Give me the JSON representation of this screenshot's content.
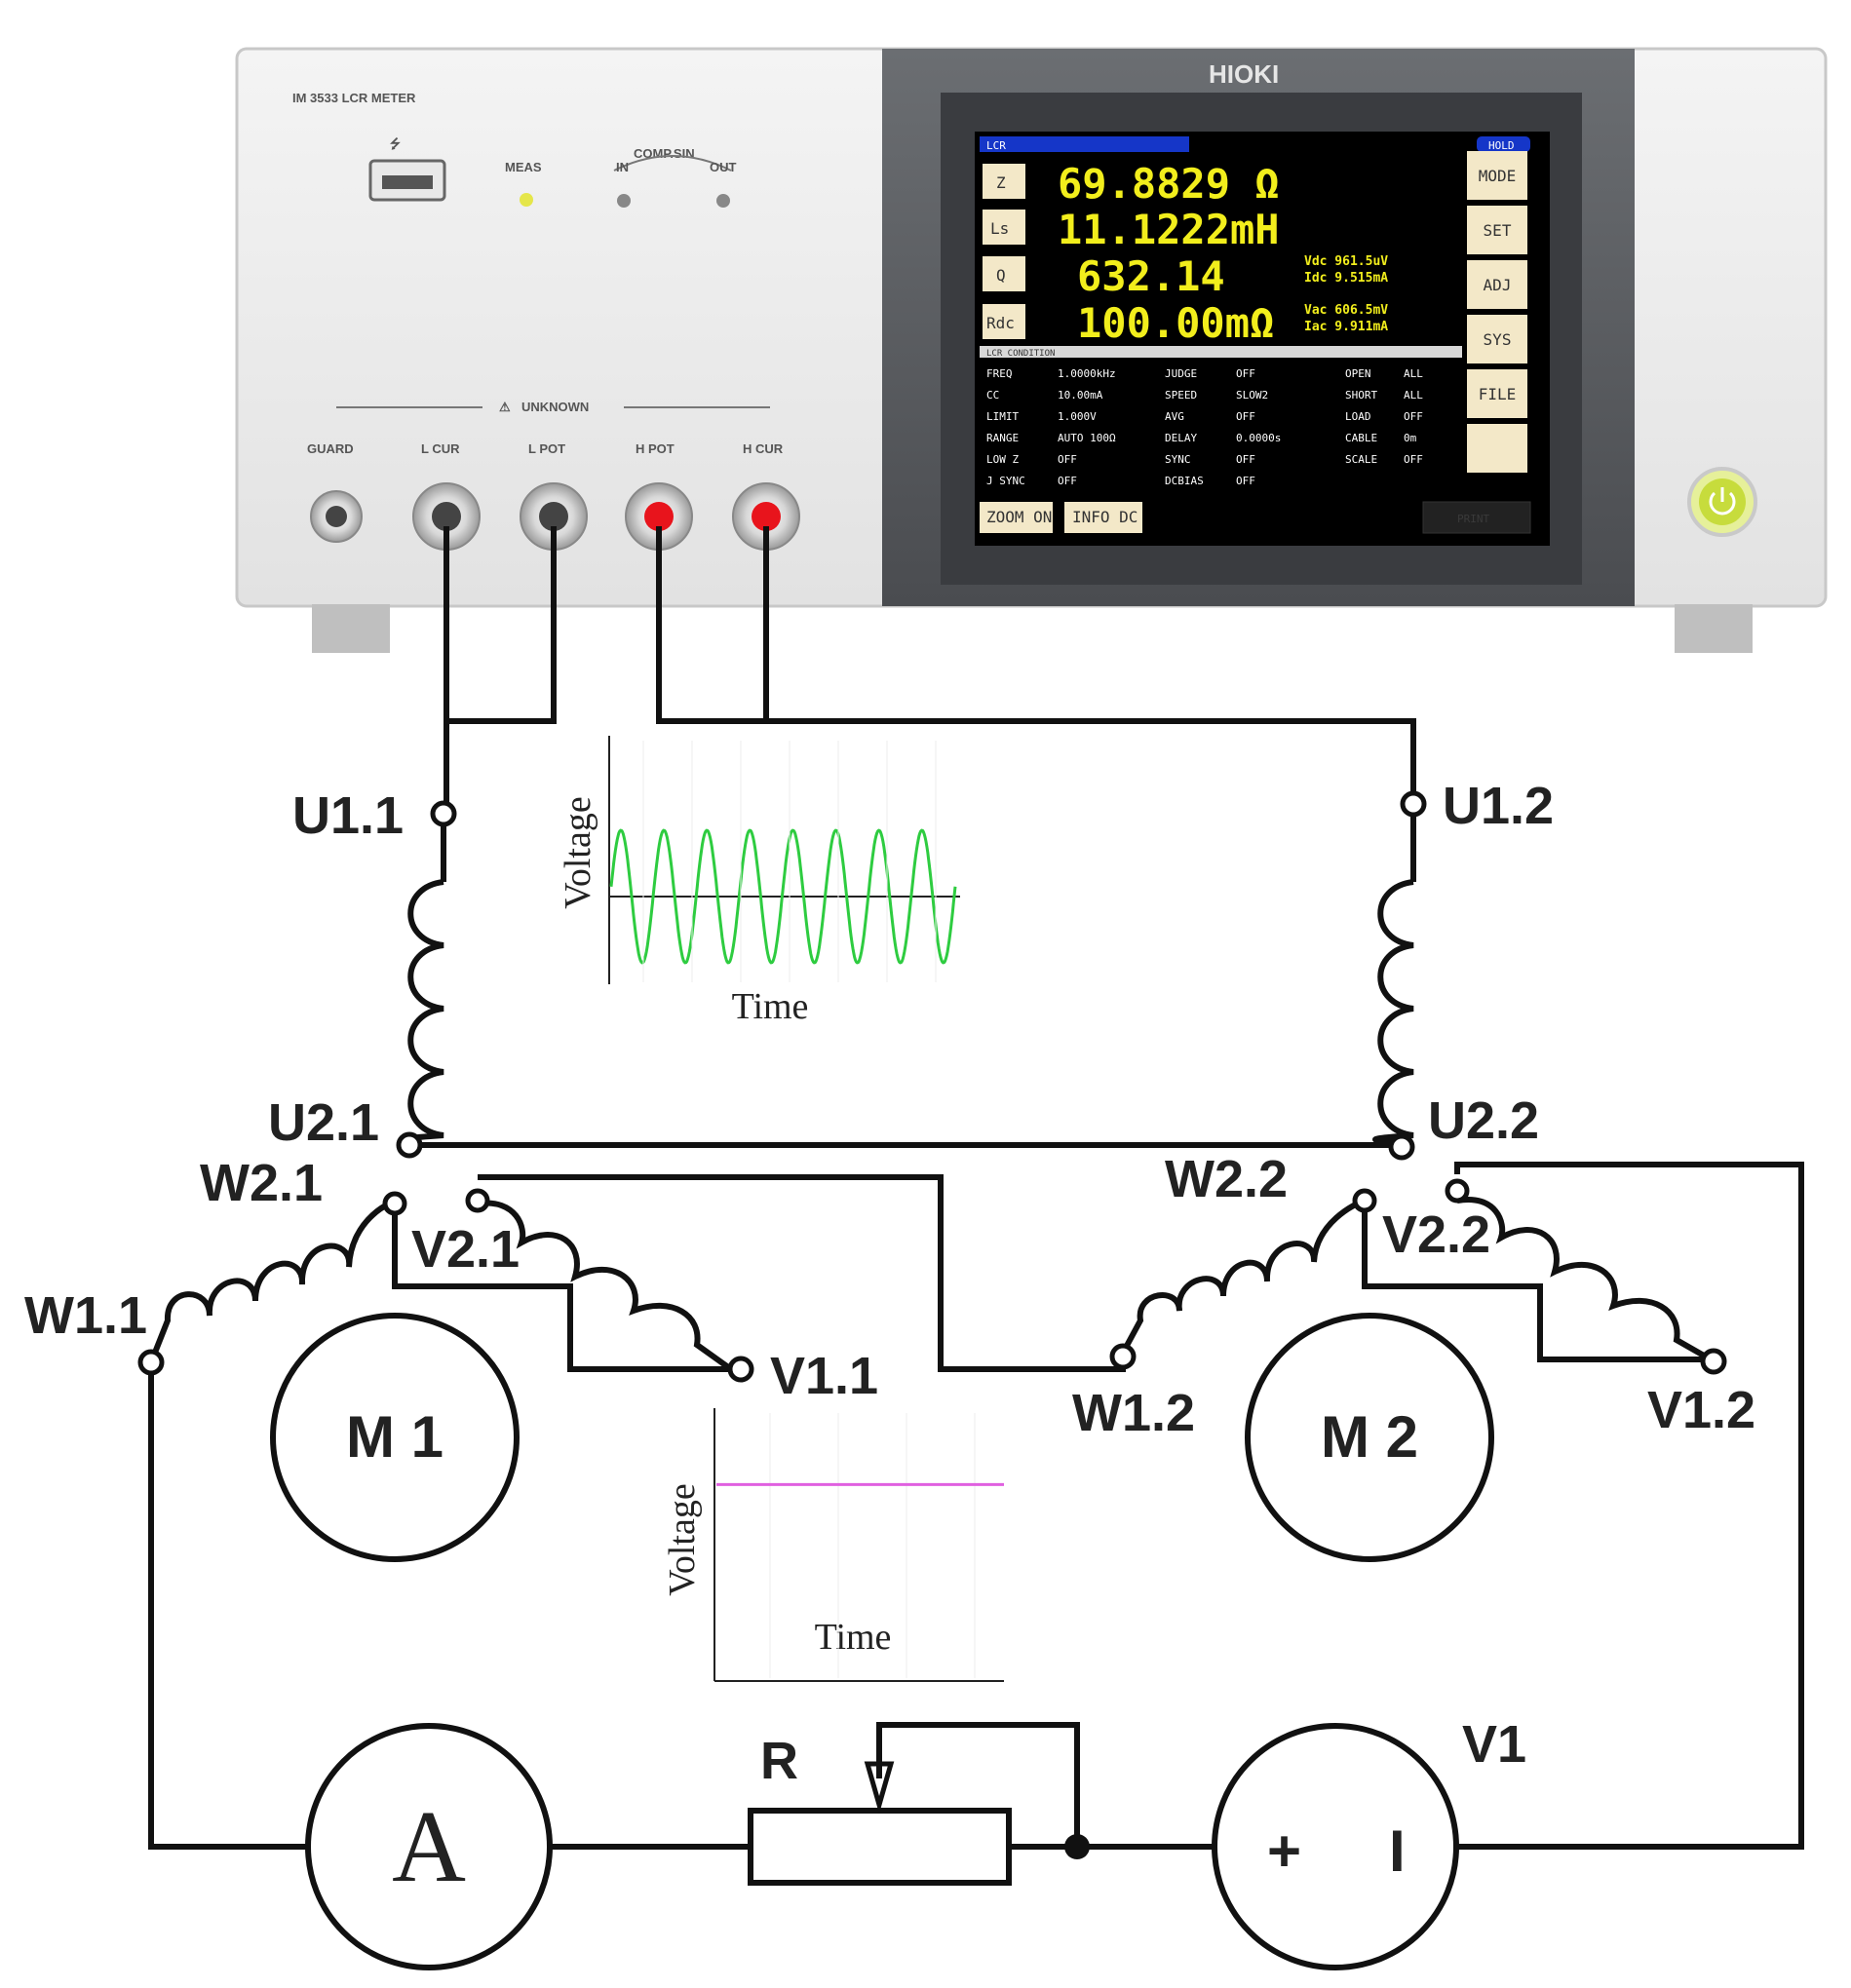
{
  "instrument": {
    "model_label": "IM 3533 LCR METER",
    "brand": "HIOKI",
    "meas_label": "MEAS",
    "comp_label": "COMP.SIN",
    "in_label": "IN",
    "out_label": "OUT",
    "unknown_label": "UNKNOWN",
    "terminals": [
      "GUARD",
      "L CUR",
      "L POT",
      "H POT",
      "H CUR"
    ],
    "screen": {
      "header": "LCR",
      "header_right": "HOLD",
      "params": [
        {
          "name": "Z",
          "value": "69.8829 Ω"
        },
        {
          "name": "Ls",
          "value": "11.1222mH"
        },
        {
          "name": "Q",
          "value": "632.14"
        },
        {
          "name": "Rdc",
          "value": "100.00mΩ"
        }
      ],
      "side_values": [
        "Vdc 961.5uV",
        "Idc 9.515mA",
        "Vac 606.5mV",
        "Iac 9.911mA"
      ],
      "bar_title": "LCR CONDITION",
      "settings": [
        [
          "FREQ",
          "1.0000kHz",
          "JUDGE",
          "OFF",
          "OPEN",
          "ALL"
        ],
        [
          "CC",
          "10.00mA",
          "SPEED",
          "SLOW2",
          "SHORT",
          "ALL"
        ],
        [
          "LIMIT",
          "1.000V",
          "AVG",
          "OFF",
          "LOAD",
          "OFF"
        ],
        [
          "RANGE",
          "AUTO 100Ω",
          "DELAY",
          "0.0000s",
          "CABLE",
          "0m"
        ],
        [
          "LOW Z",
          "OFF",
          "SYNC",
          "OFF",
          "SCALE",
          "OFF"
        ],
        [
          "J SYNC",
          "OFF",
          "DCBIAS",
          "OFF",
          "",
          ""
        ]
      ],
      "menu_buttons": [
        "MODE",
        "SET",
        "ADJ",
        "SYS",
        "FILE",
        ""
      ],
      "bottom_buttons": [
        "ZOOM ON",
        "INFO DC"
      ],
      "bottom_right": "PRINT"
    }
  },
  "circuit": {
    "terminals": {
      "u11": "U1.1",
      "u12": "U1.2",
      "u21": "U2.1",
      "u22": "U2.2",
      "w21": "W2.1",
      "v21": "V2.1",
      "w11": "W1.1",
      "v11": "V1.1",
      "w22": "W2.2",
      "v22": "V2.2",
      "w12": "W1.2",
      "v12": "V1.2"
    },
    "motor1": "M 1",
    "motor2": "M 2",
    "ammeter": "A",
    "resistor": "R",
    "source": "V1",
    "source_plus": "+",
    "source_minus": "I"
  },
  "chart_data": [
    {
      "type": "line",
      "title": "",
      "xlabel": "Time",
      "ylabel": "Voltage",
      "series": [
        {
          "shape": "sine",
          "cycles": 8,
          "amplitude": 1,
          "offset": 0,
          "color": "#2ecc40"
        }
      ],
      "ylim": [
        -1.1,
        1.1
      ]
    },
    {
      "type": "line",
      "title": "",
      "xlabel": "Time",
      "ylabel": "Voltage",
      "series": [
        {
          "shape": "constant",
          "value": 0.72,
          "color": "#e060e0"
        }
      ],
      "ylim": [
        0,
        1
      ]
    }
  ]
}
